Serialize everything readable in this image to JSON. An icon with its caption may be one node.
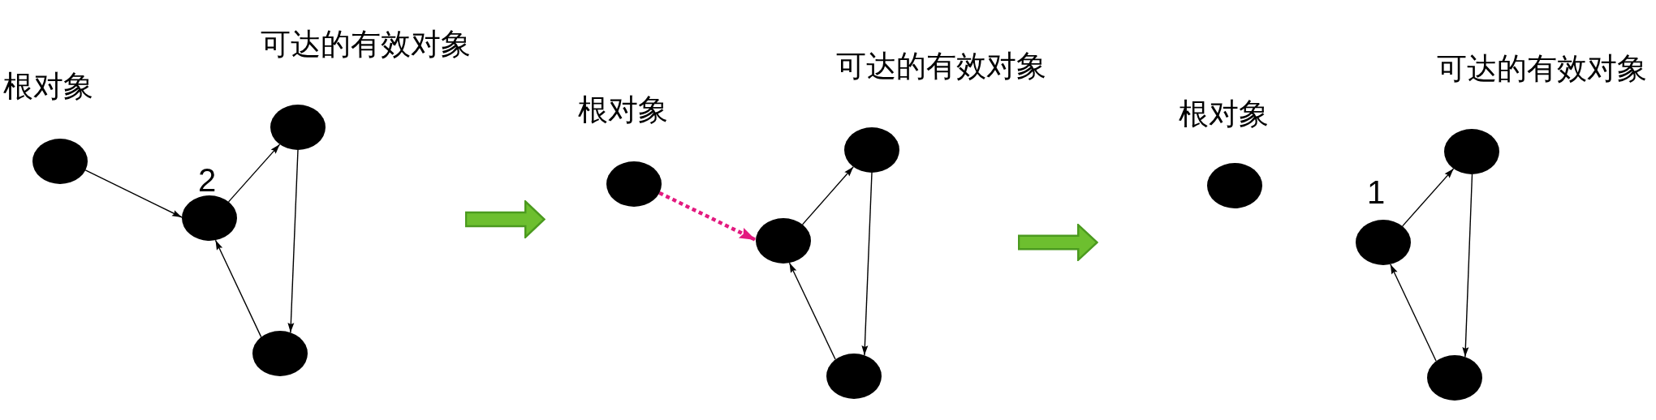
{
  "diagram": {
    "nodes": [
      {
        "text": [],
        "shape": "circle",
        "beside": [
          "根对象"
        ]
      },
      {
        "text": [],
        "shape": "circle",
        "beside": [
          "2"
        ]
      },
      {
        "text": [],
        "shape": "circle"
      },
      {
        "text": [],
        "shape": "circle"
      },
      {
        "text": [],
        "shape": "circle",
        "beside": [
          "根对象"
        ]
      },
      {
        "text": [],
        "shape": "circle"
      },
      {
        "text": [],
        "shape": "circle"
      },
      {
        "text": [],
        "shape": "circle"
      },
      {
        "text": [],
        "shape": "circle",
        "beside": [
          "根对象"
        ]
      },
      {
        "text": [],
        "shape": "circle",
        "beside": [
          "1"
        ]
      },
      {
        "text": [],
        "shape": "circle"
      },
      {
        "text": [],
        "shape": "circle"
      }
    ],
    "edges": [
      {
        "from": 0,
        "to": 1,
        "arrow": "to"
      },
      {
        "from": 1,
        "to": 2,
        "arrow": "to"
      },
      {
        "from": 2,
        "to": 3,
        "arrow": "to"
      },
      {
        "from": 3,
        "to": 1,
        "arrow": "to"
      },
      {
        "from": 4,
        "to": 5,
        "arrow": "to",
        "style": "dashed",
        "color": "#e3197f"
      },
      {
        "from": 5,
        "to": 6,
        "arrow": "to"
      },
      {
        "from": 6,
        "to": 7,
        "arrow": "to"
      },
      {
        "from": 7,
        "to": 5,
        "arrow": "to"
      },
      {
        "from": 9,
        "to": 10,
        "arrow": "to"
      },
      {
        "from": 10,
        "to": 11,
        "arrow": "to"
      },
      {
        "from": 11,
        "to": 9,
        "arrow": "to"
      }
    ],
    "labels": [
      "可达的有效对象",
      "可达的有效对象",
      "可达的有效对象"
    ]
  }
}
